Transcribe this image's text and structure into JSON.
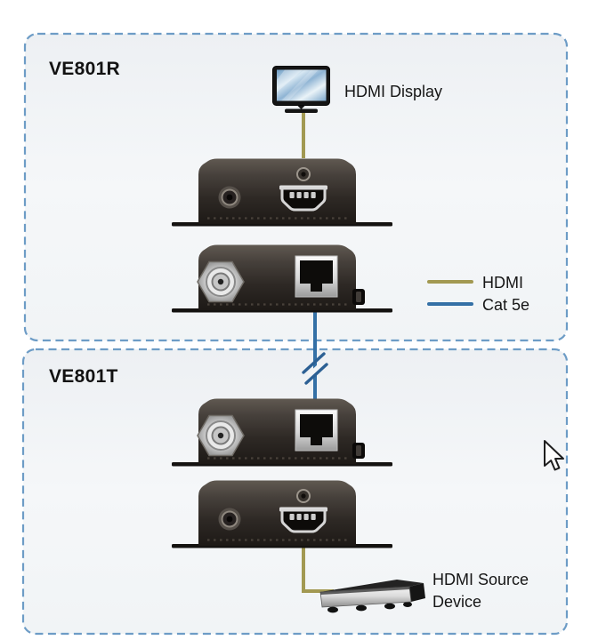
{
  "sections": {
    "receiver": {
      "label": "VE801R"
    },
    "transmitter": {
      "label": "VE801T"
    }
  },
  "endpoints": {
    "display_label": "HDMI Display",
    "source_label_line1": "HDMI Source",
    "source_label_line2": "Device"
  },
  "legend": {
    "items": [
      {
        "label": "HDMI",
        "color": "#a29952"
      },
      {
        "label": "Cat 5e",
        "color": "#3470a6"
      }
    ]
  },
  "colors": {
    "hdmi_cable": "#a29952",
    "cat5e_cable": "#3470a6",
    "box_border": "#6d9cc6"
  }
}
